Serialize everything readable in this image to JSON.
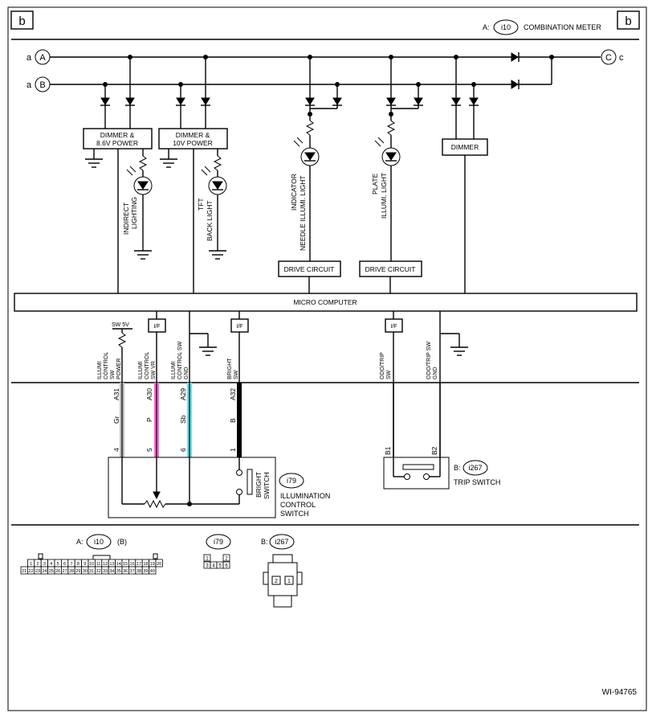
{
  "page_label_left": "b",
  "page_label_right": "b",
  "combination_meter": {
    "prefix": "A:",
    "code": "i10",
    "name": "COMBINATION METER"
  },
  "terminals": {
    "a_top": "a",
    "a_top_circle": "A",
    "a_bottom": "a",
    "a_bottom_circle": "B",
    "c_right": "c",
    "c_right_circle": "C"
  },
  "blocks": {
    "dimmer_86_line1": "DIMMER &",
    "dimmer_86_line2": "8.6V POWER",
    "dimmer_10_line1": "DIMMER &",
    "dimmer_10_line2": "10V POWER",
    "dimmer": "DIMMER",
    "drive_circuit_1": "DRIVE CIRCUIT",
    "drive_circuit_2": "DRIVE CIRCUIT",
    "micro_computer": "MICRO COMPUTER"
  },
  "lights": {
    "indirect_line1": "INDIRECT",
    "indirect_line2": "LIGHTING",
    "tft_line1": "TFT",
    "tft_line2": "BACK LIGHT",
    "indicator_line1": "INDICATOR",
    "indicator_line2": "NEEDLE ILLUMI. LIGHT",
    "plate_line1": "PLATE",
    "plate_line2": "ILLUMI. LIGHT"
  },
  "interface": {
    "if1": "I/F",
    "if2": "I/F",
    "if3": "I/F",
    "sw5v": "SW 5V"
  },
  "signals": [
    {
      "l1": "ILLUMI",
      "l2": "CONTROL",
      "l3": "SW",
      "l4": "POWER"
    },
    {
      "l1": "ILLUMI",
      "l2": "CONTROL",
      "l3": "SW VR",
      "l4": ""
    },
    {
      "l1": "ILLUMI",
      "l2": "CONTROL SW",
      "l3": "GND",
      "l4": ""
    },
    {
      "l1": "BRIGHT",
      "l2": "SW",
      "l3": "",
      "l4": ""
    },
    {
      "l1": "ODO/TRIP",
      "l2": "SW",
      "l3": "",
      "l4": ""
    },
    {
      "l1": "ODO/TRIP SW",
      "l2": "GND",
      "l3": "",
      "l4": ""
    }
  ],
  "wires": [
    {
      "pin": "A31",
      "color_code": "Gr",
      "end": "4",
      "color": "#bdbdbd"
    },
    {
      "pin": "A30",
      "color_code": "P",
      "end": "5",
      "color": "#ff69d4"
    },
    {
      "pin": "A29",
      "color_code": "Sb",
      "end": "6",
      "color": "#66e0e8"
    },
    {
      "pin": "A32",
      "color_code": "B",
      "end": "1",
      "color": "#000000"
    }
  ],
  "trip_switch": {
    "pin_b1": "B1",
    "pin_b2": "B2",
    "prefix": "B:",
    "code": "i267",
    "name": "TRIP SWITCH"
  },
  "illum_switch": {
    "code": "i79",
    "bright_line1": "BRIGHT",
    "bright_line2": "SWITCH",
    "name_line1": "ILLUMINATION",
    "name_line2": "CONTROL",
    "name_line3": "SWITCH"
  },
  "connectors": {
    "a_prefix": "A:",
    "a_code": "i10",
    "a_suffix": "(B)",
    "a_row1": [
      "1",
      "2",
      "3",
      "4",
      "5",
      "6",
      "7",
      "8",
      "9",
      "10",
      "11",
      "12",
      "13",
      "14",
      "15",
      "16",
      "17",
      "18",
      "19",
      "20"
    ],
    "a_row2": [
      "21",
      "22",
      "23",
      "24",
      "25",
      "26",
      "27",
      "28",
      "29",
      "30",
      "31",
      "32",
      "33",
      "34",
      "35",
      "36",
      "37",
      "38",
      "39",
      "40"
    ],
    "i79_code": "i79",
    "i79_row1": [
      "1",
      "",
      "2"
    ],
    "i79_row2": [
      "3",
      "4",
      "5",
      "6"
    ],
    "b_prefix": "B:",
    "b_code": "i267",
    "b_pins": [
      "2",
      "1"
    ]
  },
  "figure_id": "WI-94765"
}
